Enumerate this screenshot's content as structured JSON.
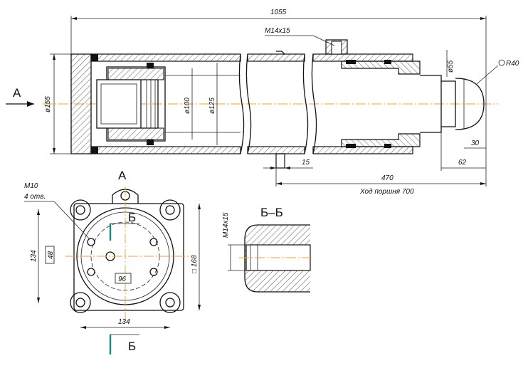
{
  "colors": {
    "line": "#111111",
    "centerline": "#e8a23a",
    "section_marker": "#0f8a7d",
    "hatch": "#333333"
  },
  "dims": {
    "overall_length": "1055",
    "port_thread_top": "M14x15",
    "rod_end_radius": "R40",
    "rod_diameter": "ø55",
    "body_diameter": "ø155",
    "piston_diameter": "ø100",
    "bore_diameter": "ø125",
    "mount_offset": "15",
    "stroke_length": "470",
    "stroke_note": "Ход поршня 700",
    "rod_end_30": "30",
    "rod_end_62": "62",
    "flange_thread": "M10",
    "flange_holes": "4 отв.",
    "flange_height": "134",
    "flange_width": "134",
    "inner_48": "48",
    "inner_96": "96",
    "flange_square": "□ 168",
    "section_thread": "M14x15"
  },
  "views": {
    "view_a": "A",
    "arrow_a": "A",
    "section_label_top": "Б",
    "section_label_bottom": "Б",
    "section_title": "Б–Б"
  }
}
